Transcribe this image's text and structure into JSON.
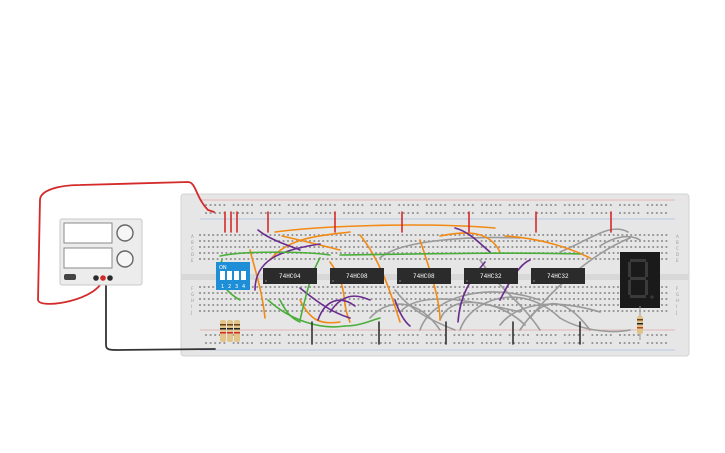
{
  "power_supply": {
    "display_top": "",
    "display_bottom": "",
    "knob_top_icon": "voltage-knob-icon",
    "knob_bottom_icon": "current-knob-icon"
  },
  "dip_switch": {
    "on_label": "ON",
    "positions": [
      "1",
      "2",
      "3",
      "4"
    ]
  },
  "breadboard": {
    "row_letters_top": [
      "A",
      "B",
      "C",
      "D",
      "E"
    ],
    "row_letters_bottom": [
      "F",
      "G",
      "H",
      "I",
      "J"
    ]
  },
  "chips": [
    {
      "label": "74HC04"
    },
    {
      "label": "74HC08"
    },
    {
      "label": "74HC08"
    },
    {
      "label": "74HC32"
    },
    {
      "label": "74HC32"
    }
  ],
  "display": {
    "digit": "8",
    "segment_color": "#3a3a3a"
  },
  "colors": {
    "board": "#e6e6e6",
    "rail_red": "#d42a2a",
    "rail_black": "#333333",
    "wire_orange": "#f28a14",
    "wire_purple": "#6a2c8e",
    "wire_green": "#4cae3a",
    "wire_gray": "#9a9a9a",
    "dip_blue": "#1e8fd6",
    "chip": "#2b2b2b"
  }
}
